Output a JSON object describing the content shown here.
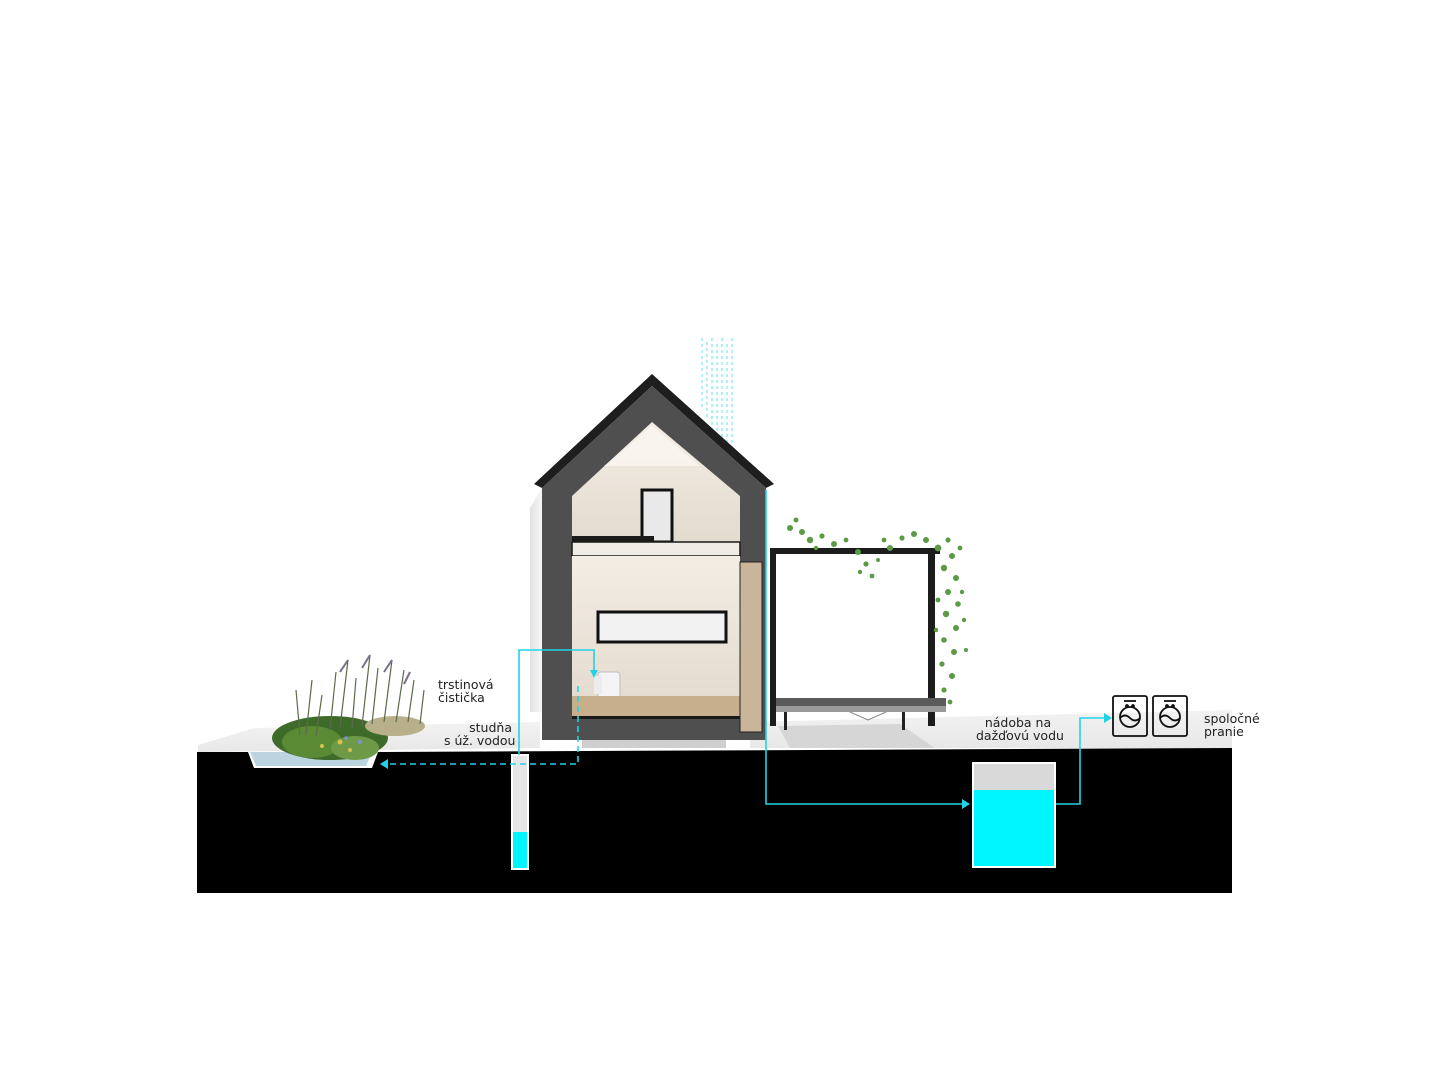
{
  "labels": {
    "reed_bed": {
      "line1": "trstinová",
      "line2": "čistička"
    },
    "well": {
      "line1": "studňa",
      "line2": "s úž. vodou"
    },
    "rain_tank": {
      "line1": "nádoba na",
      "line2": "dažďovú vodu"
    },
    "laundry": {
      "line1": "spoločné",
      "line2": "pranie"
    }
  },
  "icons": [
    "reed-plants-icon",
    "washing-machine-icon",
    "washing-machine-icon",
    "vine-foliage-icon",
    "toilet-icon",
    "rain-icon"
  ],
  "colors": {
    "water": "#00f6ff",
    "water_line": "#22d3e6",
    "ground": "#000000",
    "wall": "#4f4f4f",
    "roof": "#222222",
    "timber": "#e6ddd2",
    "floor": "#c7ae8d",
    "pergola_foliage": "#5c9b45",
    "tank_empty": "#d9d9d9"
  }
}
